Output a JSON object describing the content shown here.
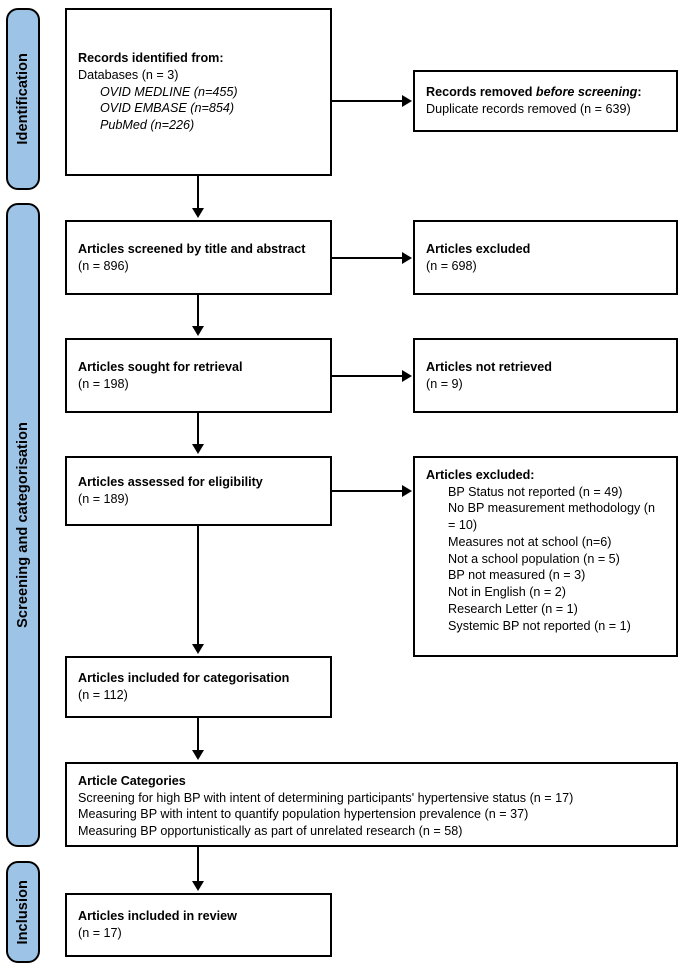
{
  "diagram": {
    "title": "PRISMA flow diagram",
    "accent_color": "#9dc3e6",
    "line_color": "#000000",
    "background": "#ffffff"
  },
  "phases": [
    {
      "key": "identification",
      "label": "Identification"
    },
    {
      "key": "screening",
      "label": "Screening and categorisation"
    },
    {
      "key": "inclusion",
      "label": "Inclusion"
    }
  ],
  "boxes": {
    "records_identified": {
      "heading": "Records identified from:",
      "line1": "Databases (n = 3)",
      "source1": "OVID MEDLINE (n=455)",
      "source2": "OVID EMBASE (n=854)",
      "source3": "PubMed (n=226)"
    },
    "records_removed": {
      "heading_prefix": "Records removed ",
      "heading_italic": "before screening",
      "heading_suffix": ":",
      "line1": "Duplicate records removed (n = 639)"
    },
    "screened": {
      "heading": "Articles screened by title and abstract",
      "count": "(n = 896)"
    },
    "screened_excluded": {
      "heading": "Articles excluded",
      "count": "(n = 698)"
    },
    "sought": {
      "heading": "Articles sought for retrieval",
      "count": "(n = 198)"
    },
    "not_retrieved": {
      "heading": "Articles not retrieved",
      "count": "(n = 9)"
    },
    "assessed": {
      "heading": "Articles assessed for eligibility",
      "count": "(n = 189)"
    },
    "eligibility_excluded": {
      "heading": "Articles excluded:",
      "reasons": [
        "BP Status not reported (n = 49)",
        "No BP measurement methodology (n = 10)",
        "Measures not at school (n=6)",
        "Not a school population (n = 5)",
        "BP not measured (n = 3)",
        "Not in English (n = 2)",
        "Research Letter (n = 1)",
        "Systemic BP not reported (n = 1)"
      ]
    },
    "included_categorisation": {
      "heading": "Articles included for categorisation",
      "count": "(n = 112)"
    },
    "article_categories": {
      "heading": "Article Categories",
      "cat1": "Screening for high BP with intent of determining participants' hypertensive status (n = 17)",
      "cat2": "Measuring BP with intent to quantify population hypertension prevalence (n = 37)",
      "cat3": "Measuring BP opportunistically as part of unrelated research (n = 58)"
    },
    "included_review": {
      "heading": "Articles included in review",
      "count": "(n = 17)"
    }
  }
}
